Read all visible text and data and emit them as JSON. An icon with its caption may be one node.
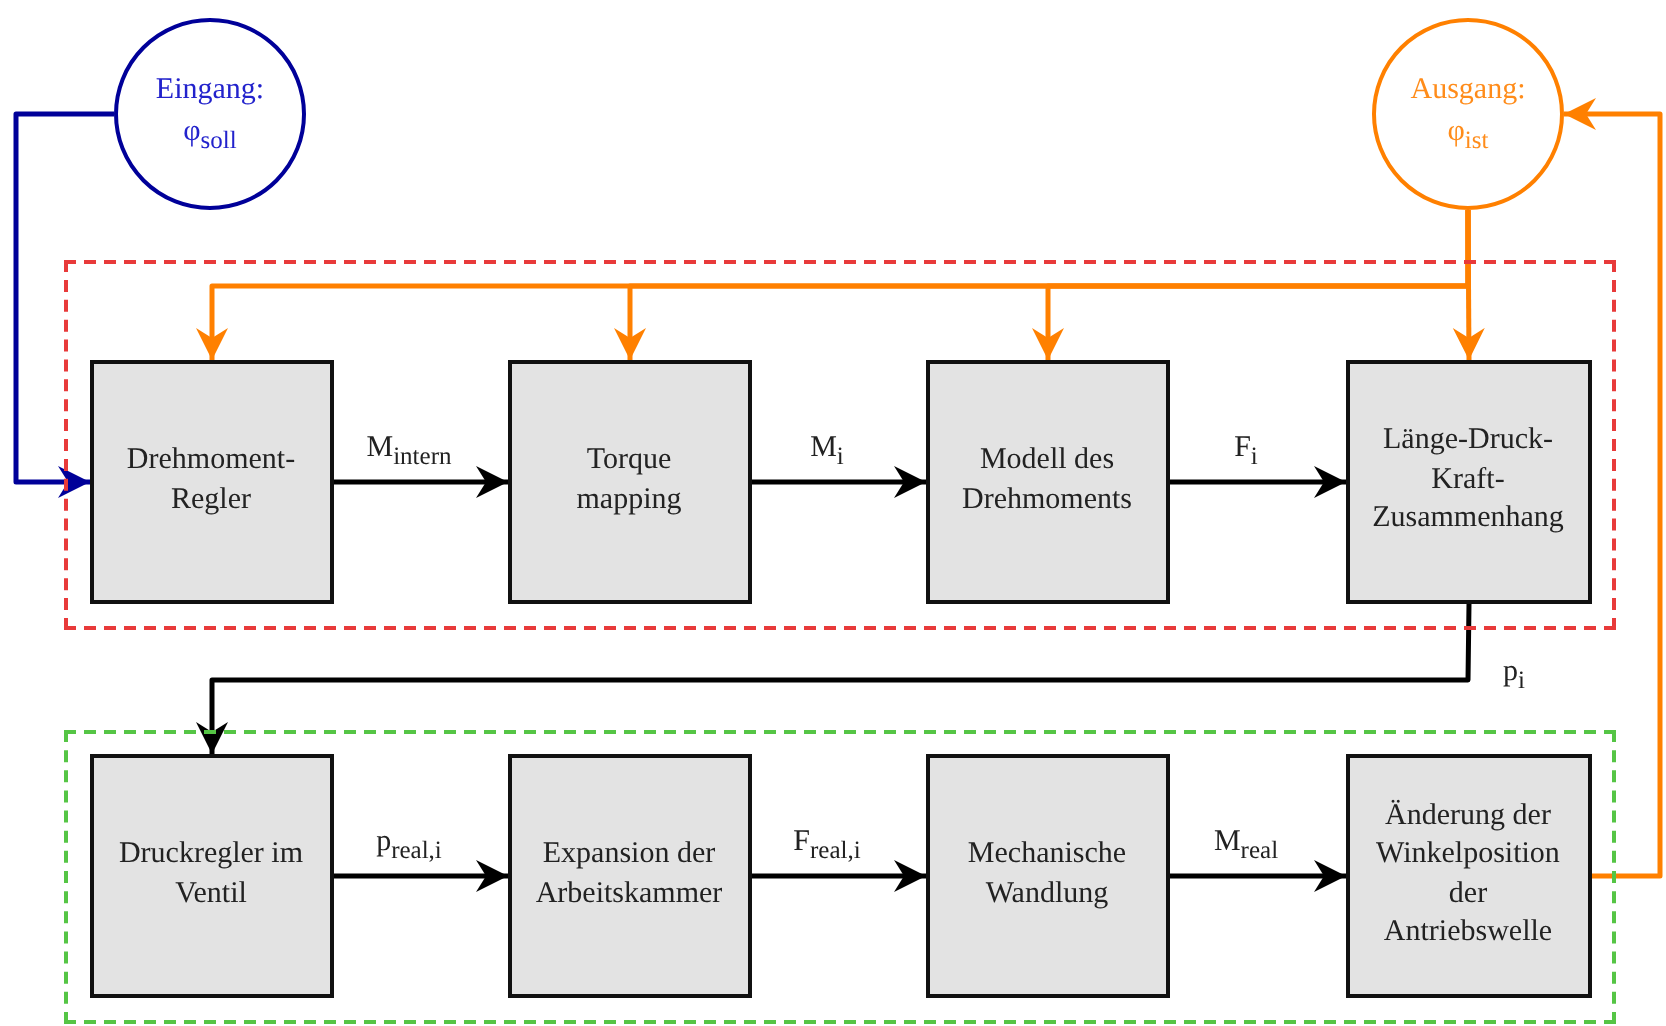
{
  "diagram": {
    "nodes": [
      {
        "text": [
          "Eingang:",
          "φ$_{soll}$"
        ]
      },
      {
        "text": [
          "Ausgang:",
          "φ$_{ist}$"
        ]
      },
      {
        "text": [],
        "shape": "box"
      },
      {
        "text": [
          "Drehmoment-Regler"
        ],
        "in": 2
      },
      {
        "text": [
          "Torque mapping"
        ],
        "in": 2
      },
      {
        "text": [
          "Modell des Drehmoments"
        ],
        "in": 2
      },
      {
        "text": [
          "Länge-Druck-Kraft-Zusammenhang"
        ],
        "in": 2
      },
      {
        "text": [],
        "shape": "box"
      },
      {
        "text": [
          "Druckregler im Ventil"
        ],
        "in": 7
      },
      {
        "text": [
          "Expansion der Arbeitskammer"
        ],
        "in": 7
      },
      {
        "text": [
          "Mechanische Wandlung"
        ],
        "in": 7
      },
      {
        "text": [
          "Änderung der Winkelposition der Antriebswelle"
        ],
        "in": 7
      }
    ],
    "edges": [
      {
        "from": 0,
        "to": 3,
        "arrow": "to",
        "color": "#000099"
      },
      {
        "from": 1,
        "to": 3,
        "arrow": "to",
        "color": "#ff8000"
      },
      {
        "from": 1,
        "to": 4,
        "arrow": "to",
        "color": "#ff8000"
      },
      {
        "from": 1,
        "to": 5,
        "arrow": "to",
        "color": "#ff8000"
      },
      {
        "from": 1,
        "to": 6,
        "arrow": "to",
        "color": "#ff8000"
      },
      {
        "from": 3,
        "to": 4,
        "arrow": "to",
        "label": "M$_{intern}$"
      },
      {
        "from": 4,
        "to": 5,
        "arrow": "to",
        "label": "M$_{i}$"
      },
      {
        "from": 5,
        "to": 6,
        "arrow": "to",
        "label": "F$_{i}$"
      },
      {
        "from": 6,
        "to": 8,
        "arrow": "to",
        "label": "p$_{i}$"
      },
      {
        "from": 8,
        "to": 9,
        "arrow": "to",
        "label": "p$_{real,i}$"
      },
      {
        "from": 9,
        "to": 10,
        "arrow": "to",
        "label": "F$_{real,i}$"
      },
      {
        "from": 10,
        "to": 11,
        "arrow": "to",
        "label": "M$_{real}$"
      },
      {
        "from": 11,
        "to": 1,
        "arrow": "to",
        "color": "#ff8000"
      }
    ]
  }
}
